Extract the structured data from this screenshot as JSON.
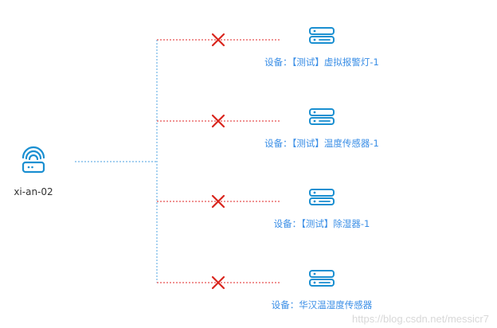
{
  "gateway": {
    "name": "xi-an-02",
    "icon": "router-icon"
  },
  "devices": [
    {
      "label": "设备：【测试】虚拟报警灯-1",
      "status": "disconnected",
      "icon": "server-icon"
    },
    {
      "label": "设备：【测试】温度传感器-1",
      "status": "disconnected",
      "icon": "server-icon"
    },
    {
      "label": "设备：【测试】除湿器-1",
      "status": "disconnected",
      "icon": "server-icon"
    },
    {
      "label": "设备：华汉温湿度传感器",
      "status": "disconnected",
      "icon": "server-icon"
    }
  ],
  "watermark": "https://blog.csdn.net/messicr7",
  "colors": {
    "primary": "#1a8fd1",
    "trunk_line": "#6fb5e6",
    "broken_line": "#e85050",
    "cross": "#d9251d",
    "label": "#3a8ee6"
  }
}
